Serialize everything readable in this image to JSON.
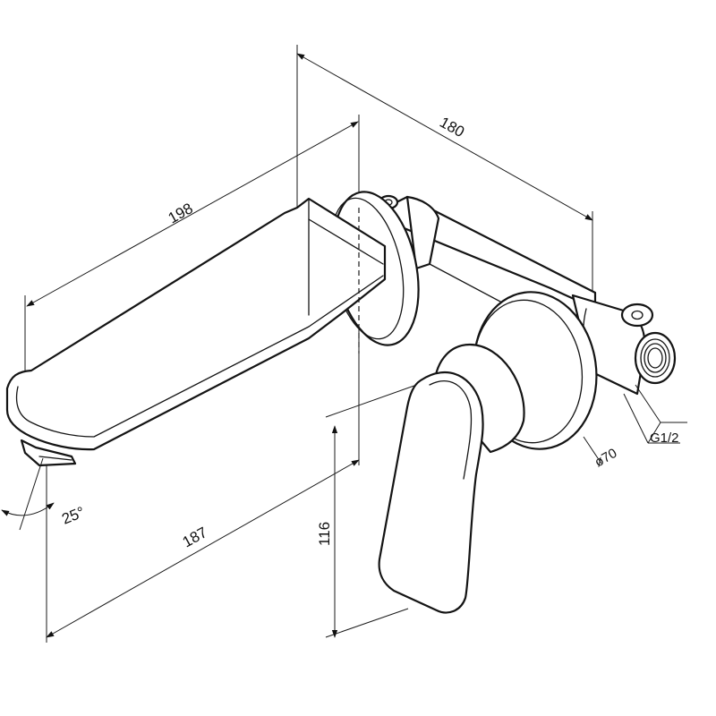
{
  "dimensions": {
    "spout_length": "198",
    "total_depth": "180",
    "spout_projection": "187",
    "height": "116",
    "spout_angle": "25°",
    "flange_diameter": "ø70",
    "thread_size": "G1/2"
  },
  "colors": {
    "line": "#141414",
    "background": "#ffffff"
  }
}
